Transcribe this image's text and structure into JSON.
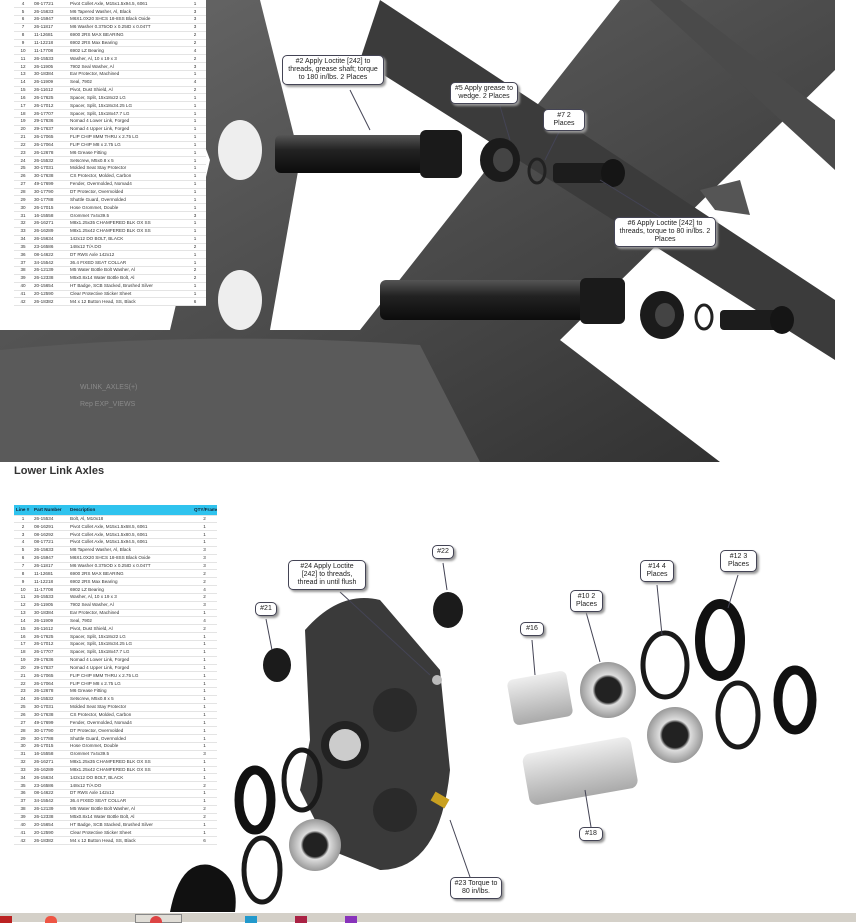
{
  "section_title": "Lower Link Axles",
  "table": {
    "headers": [
      "Line #",
      "Part Number",
      "Description",
      "QTY/Frame"
    ],
    "rows": [
      [
        "1",
        "26-15534",
        "Bolt, Al, M10x18",
        "2"
      ],
      [
        "2",
        "08-16291",
        "Pivot Collet Axle, M15x1.5x68.5, 6061",
        "1"
      ],
      [
        "3",
        "08-16292",
        "Pivot Collet Axle, M15x1.5x80.5, 6061",
        "1"
      ],
      [
        "4",
        "08-17721",
        "Pivot Collet Axle, M15x1.5x94.5, 6061",
        "1"
      ],
      [
        "5",
        "26-15633",
        "M6 Tapered Washer, Al, Black",
        "3"
      ],
      [
        "6",
        "26-15947",
        "M6X1.0X20 SHCS 18-8SS Black Oxide",
        "3"
      ],
      [
        "7",
        "26-11817",
        "M6 Washer 0.375OD x 0.25ID x 0.047T",
        "3"
      ],
      [
        "8",
        "11-12681",
        "6900 2RS MAX BEARING",
        "2"
      ],
      [
        "9",
        "11-12218",
        "6902 2RS Max Bearing",
        "2"
      ],
      [
        "10",
        "11-17708",
        "6902 LZ Bearing",
        "4"
      ],
      [
        "11",
        "26-15533",
        "Washer, Al, 10 x 19 x 3",
        "2"
      ],
      [
        "12",
        "26-11905",
        "7902 Seal Washer, Al",
        "3"
      ],
      [
        "13",
        "30-18384",
        "Ear Protector, Machined",
        "1"
      ],
      [
        "14",
        "26-11909",
        "Seal, 7902",
        "4"
      ],
      [
        "15",
        "26-11612",
        "Pivot, Dust Shield, Al",
        "2"
      ],
      [
        "16",
        "26-17625",
        "Spacer, Split, 15x18x22 LG",
        "1"
      ],
      [
        "17",
        "26-17012",
        "Spacer, Split, 15x18x34.25 LG",
        "1"
      ],
      [
        "18",
        "26-17707",
        "Spacer, Split, 15x18x47.7 LG",
        "1"
      ],
      [
        "19",
        "29-17636",
        "Nomad 4 Lower Link, Forged",
        "1"
      ],
      [
        "20",
        "29-17637",
        "Nomad 4 Upper Link, Forged",
        "1"
      ],
      [
        "21",
        "26-17065",
        "FLIP CHIP 8MM THRU x 2.75 LG",
        "1"
      ],
      [
        "22",
        "26-17064",
        "FLIP CHIP M8 x 2.75 LG",
        "1"
      ],
      [
        "23",
        "26-12678",
        "M6 Grease Fitting",
        "1"
      ],
      [
        "24",
        "26-15532",
        "Setscrew, M5x0.8 x 5",
        "1"
      ],
      [
        "25",
        "30-17031",
        "Molded Seat Stay Protector",
        "1"
      ],
      [
        "26",
        "30-17638",
        "CS Protector, Molded, Carbon",
        "1"
      ],
      [
        "27",
        "49-17699",
        "Fender, Overmolded, Nomad4",
        "1"
      ],
      [
        "28",
        "30-17790",
        "DT Protector, Overmolded",
        "1"
      ],
      [
        "29",
        "30-17788",
        "Shuttle Guard, Overmolded",
        "1"
      ],
      [
        "30",
        "26-17015",
        "Hose Grommet, Double",
        "1"
      ],
      [
        "31",
        "16-15558",
        "Grommet 7x4x39.5",
        "3"
      ],
      [
        "32",
        "26-16271",
        "M8x1.25x35 CHAMFERED BLK OX SS",
        "1"
      ],
      [
        "33",
        "26-16289",
        "M8x1.25x42 CHAMFERED BLK OX SS",
        "1"
      ],
      [
        "34",
        "26-15634",
        "142x12 DO BOLT, BLACK",
        "1"
      ],
      [
        "35",
        "23-16586",
        "148x12 T/A DO",
        "2"
      ],
      [
        "36",
        "08-14622",
        "DT RWS Axle 142x12",
        "1"
      ],
      [
        "37",
        "34-15542",
        "36.4 FIXED SEAT COLLAR",
        "1"
      ],
      [
        "38",
        "26-12139",
        "M5 Water Bottle Bolt Washer, Al",
        "2"
      ],
      [
        "39",
        "26-12338",
        "M5x0.8x14 Water Bottle Bolt, Al",
        "2"
      ],
      [
        "40",
        "20-15654",
        "HT Badge, SCB Stacked, Brushed Silver",
        "1"
      ],
      [
        "41",
        "20-12590",
        "Clear Protective Sticker Sheet",
        "1"
      ],
      [
        "42",
        "26-18382",
        "M4 x 12 Button Head, SS, Black",
        "6"
      ]
    ]
  },
  "top_callouts": {
    "c2": "#2 Apply Loctite [242] to threads, grease shaft; torque to 180 in/lbs. 2 Places",
    "c5": "#5 Apply grease to wedge. 2 Places",
    "c7": "#7 2 Places",
    "c6": "#6 Apply Loctite [242] to threads, torque to 80 in/lbs. 2 Places"
  },
  "watermark": [
    "WLINK_AXLES(+)",
    "Rep EXP_VIEWS"
  ],
  "bottom_callouts": {
    "c24": "#24 Apply Loctite [242] to threads, thread in until flush",
    "c22": "#22",
    "c21": "#21",
    "c16": "#16",
    "c10": "#10 2 Places",
    "c14": "#14 4 Places",
    "c12": "#12 3 Places",
    "c18": "#18",
    "c23": "#23 Torque to 80 in/lbs."
  }
}
